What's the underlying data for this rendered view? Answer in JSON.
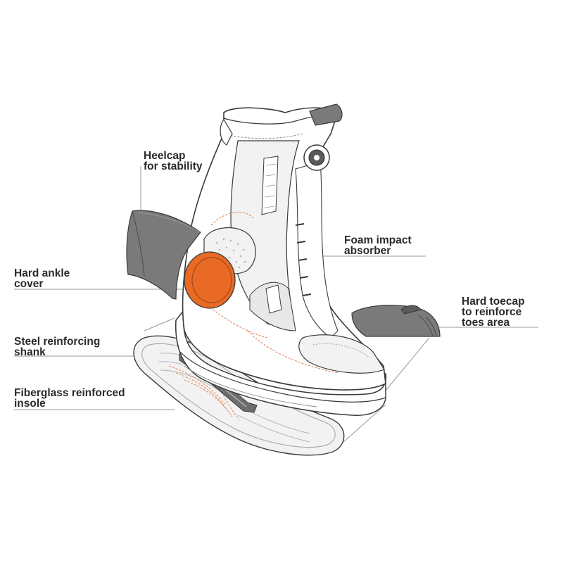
{
  "labels": {
    "heelcap": [
      "Heelcap",
      "for stability"
    ],
    "ankle": [
      "Hard ankle",
      "cover"
    ],
    "foam": [
      "Foam impact",
      "absorber"
    ],
    "toecap": [
      "Hard toecap",
      "to reinforce",
      "toes area"
    ],
    "shank": [
      "Steel reinforcing",
      "shank"
    ],
    "insole": [
      "Fiberglass reinforced",
      "insole"
    ]
  },
  "colors": {
    "ink": "#3a3a3a",
    "shade": "#7a7a7a",
    "hard_part": "#6e6e6e",
    "light_fill": "#f2f2f2",
    "accent": "#e86a25",
    "leader": "#9a9a9a",
    "stitch": "#e07a4a"
  }
}
